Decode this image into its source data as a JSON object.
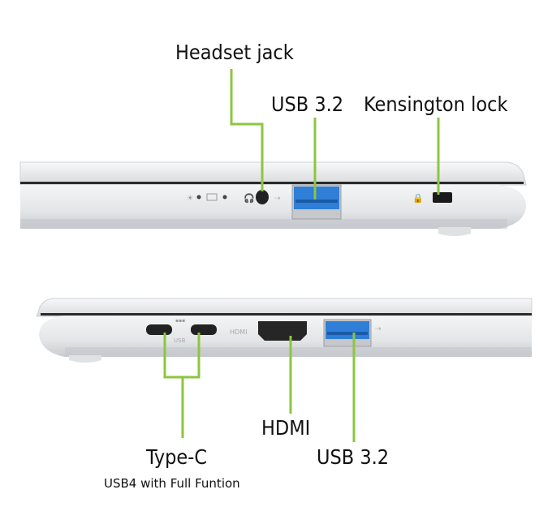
{
  "colors": {
    "leader_line": "#8cc63f",
    "usb_port": "#2f7ed8",
    "chassis": "#e4e6e8"
  },
  "top_view": {
    "labels": {
      "headset_jack": "Headset jack",
      "usb": "USB 3.2",
      "kensington": "Kensington lock"
    }
  },
  "bottom_view": {
    "labels": {
      "type_c": "Type-C",
      "type_c_sub": "USB4 with Full Funtion",
      "hdmi": "HDMI",
      "usb": "USB 3.2"
    },
    "port_print": "HDMI"
  }
}
